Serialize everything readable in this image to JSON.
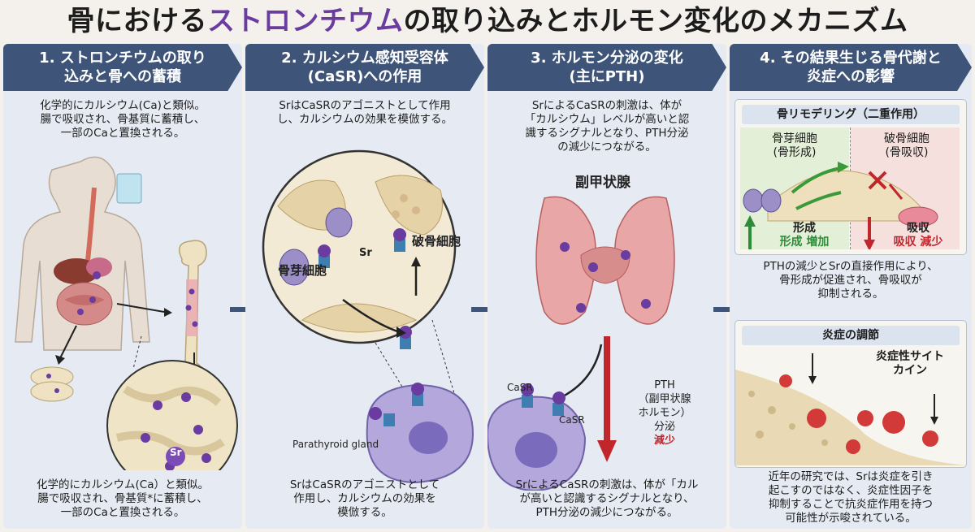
{
  "title": {
    "part1": "骨における",
    "part2": "ストロンチウム",
    "part3": "の取り込みとホルモン変化のメカニズム"
  },
  "panel1": {
    "heading_line1": "1. ストロンチウムの取り",
    "heading_line2": "込みと骨への蓄積",
    "top_text": [
      "化学的にカルシウム(Ca)と類似。",
      "腸で吸収され、骨基質に蓄積し、",
      "一部のCaと置換される。"
    ],
    "sr_label": "Sr",
    "bottom_text": [
      "化学的にカルシウム(Ca）と類似。",
      "腸で吸収され、骨基質*に蓄積し、",
      "一部のCaと置換される。"
    ]
  },
  "panel2": {
    "heading_line1": "2. カルシウム感知受容体",
    "heading_line2": "(CaSR)への作用",
    "top_text": [
      "SrはCaSRのアゴニストとして作用",
      "し、カルシウムの効果を模倣する。"
    ],
    "osteoblast_label": "骨芽細胞",
    "osteoclast_label": "破骨細胞",
    "sr_label": "Sr",
    "gland_label": "Parathyroid gland",
    "bottom_text": [
      "SrはCaSRのアゴニストとして",
      "作用し、カルシウムの効果を",
      "模倣する。"
    ]
  },
  "panel3": {
    "heading_line1": "3. ホルモン分泌の変化",
    "heading_line2": "(主にPTH)",
    "top_text": [
      "SrによるCaSRの刺激は、体が",
      "「カルシウム」レベルが高いと認",
      "識するシグナルとなり、PTH分泌",
      "の減少につながる。"
    ],
    "gland_label": "副甲状腺",
    "casr_label_1": "CaSR",
    "casr_label_2": "CaSR",
    "pth_lines": [
      "PTH",
      "（副甲状腺",
      "ホルモン）",
      "分泌"
    ],
    "pth_decrease": "減少",
    "bottom_text": [
      "SrによるCaSRの刺激は、体が「カル",
      "が高いと認識するシグナルとなり、",
      "PTH分泌の減少につながる。"
    ]
  },
  "panel4": {
    "heading_line1": "4. その結果生じる骨代謝と",
    "heading_line2": "炎症への影響",
    "remodel_header": "骨リモデリング（二重作用）",
    "osteoblast_line1": "骨芽細胞",
    "osteoblast_line2": "(骨形成)",
    "osteoclast_line1": "破骨細胞",
    "osteoclast_line2": "(骨吸収)",
    "formation": "形成",
    "formation_up": "形成 増加",
    "resorption": "吸収",
    "resorption_down": "吸収 減少",
    "mid_text": [
      "PTHの減少とSrの直接作用により、",
      "骨形成が促進され、骨吸収が",
      "抑制される。"
    ],
    "inflam_header": "炎症の調節",
    "cytokine_label": [
      "炎症性サイト",
      "カイン"
    ],
    "bottom_text": [
      "近年の研究では、Srは炎症を引き",
      "起こすのではなく、炎症性因子を",
      "抑制することで抗炎症作用を持つ",
      "可能性が示唆されている。"
    ]
  },
  "colors": {
    "banner": "#3f5479",
    "accent_purple": "#6a3ca0",
    "red": "#c0272d",
    "green": "#2e8b3a"
  }
}
